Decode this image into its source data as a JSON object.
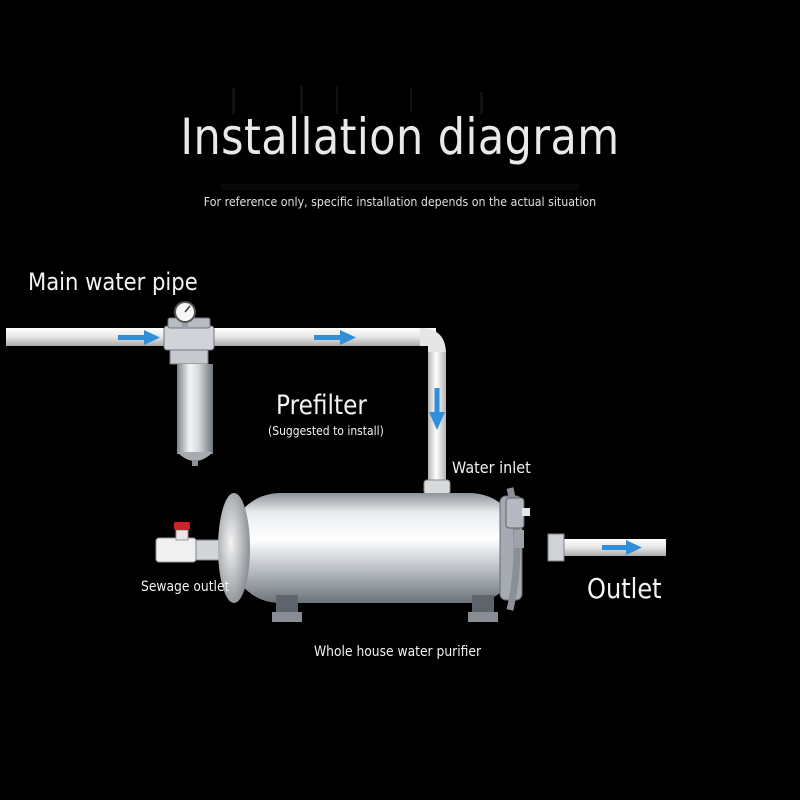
{
  "title": "Installation diagram",
  "subtitle": "For reference only, specific installation depends on the actual situation",
  "labels": {
    "main_water_pipe": "Main water pipe",
    "prefilter": "Prefilter",
    "prefilter_note": "(Suggested to install)",
    "water_inlet": "Water inlet",
    "sewage_outlet": "Sewage outlet",
    "outlet": "Outlet",
    "purifier": "Whole house water purifier"
  },
  "colors": {
    "background": "#000000",
    "pipe": "#e8e8e8",
    "flow_arrow": "#2f8fd8",
    "steel": "#c9cdd2",
    "valve_red": "#d0202a"
  },
  "icons": [
    "pressure-gauge-icon",
    "flow-arrow-icon"
  ]
}
